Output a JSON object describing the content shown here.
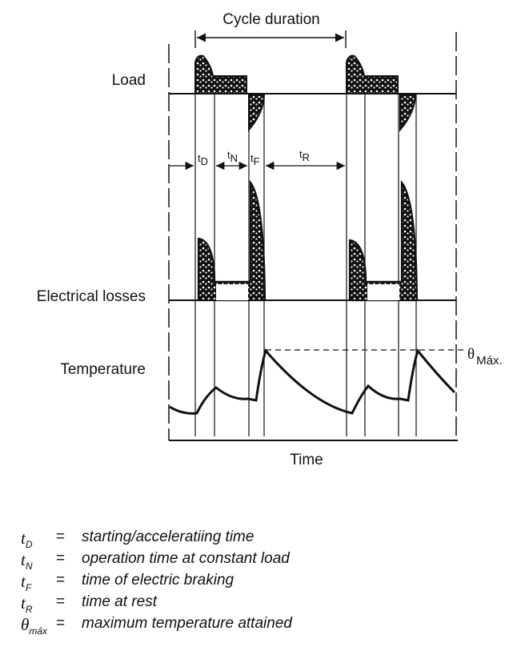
{
  "diagram": {
    "cycle_label": "Cycle duration",
    "load_label": "Load",
    "losses_label": "Electrical losses",
    "temperature_label": "Temperature",
    "time_label": "Time",
    "theta_symbol": "θ",
    "theta_subscript": "Máx.",
    "t_symbol": "t",
    "tD_sub": "D",
    "tN_sub": "N",
    "tF_sub": "F",
    "tR_sub": "R"
  },
  "legend": [
    {
      "symbol": "t",
      "sub": "D",
      "eq": "=",
      "desc": "starting/acceleratiing time"
    },
    {
      "symbol": "t",
      "sub": "N",
      "eq": "=",
      "desc": "operation time at constant load"
    },
    {
      "symbol": "t",
      "sub": "F",
      "eq": "=",
      "desc": "time of electric braking"
    },
    {
      "symbol": "t",
      "sub": "R",
      "eq": "=",
      "desc": "time at rest"
    },
    {
      "symbol": "θ",
      "sub": "máx",
      "eq": "=",
      "desc": "maximum temperature attained"
    }
  ]
}
